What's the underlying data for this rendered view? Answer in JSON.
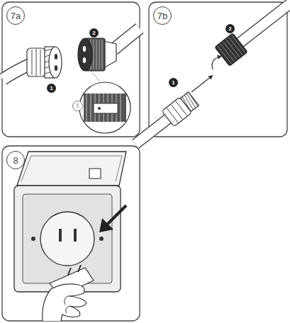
{
  "diagram": {
    "labels": [
      "7a",
      "1",
      "2",
      "!",
      "7b",
      "1",
      "2",
      "8"
    ]
  }
}
